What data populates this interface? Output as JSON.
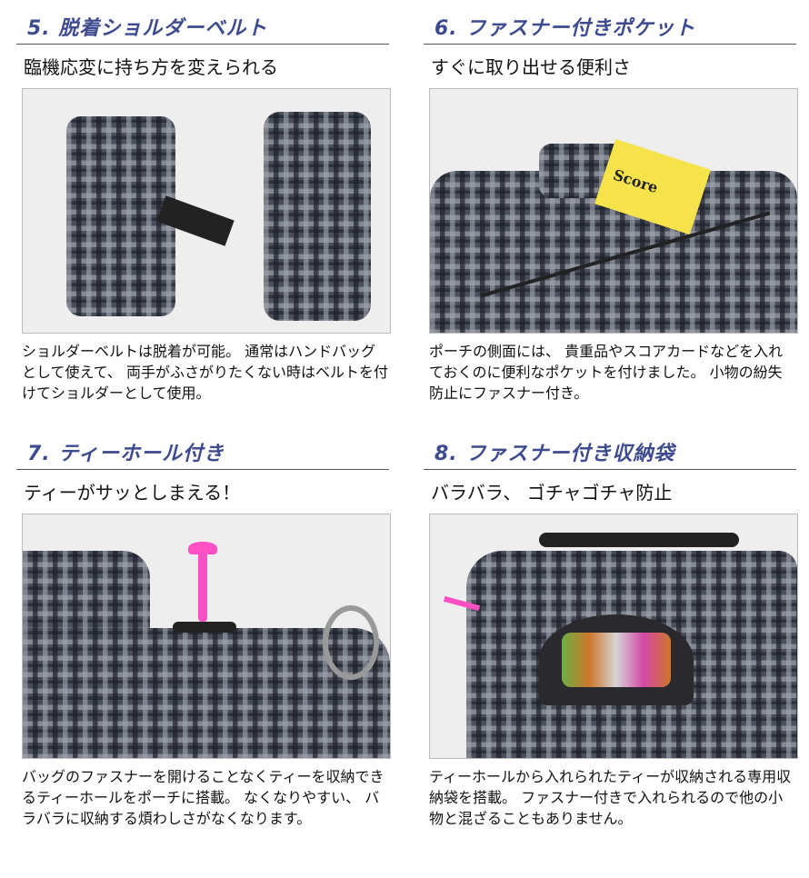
{
  "sections": [
    {
      "heading": "5. 脱着ショルダーベルト",
      "subtitle": "臨機応変に持ち方を変えられる",
      "description": "ショルダーベルトは脱着が可能。 通常はハンドバッグとして使えて、 両手がふさがりたくない時はベルトを付けてショルダーとして使用。"
    },
    {
      "heading": "6. ファスナー付きポケット",
      "subtitle": "すぐに取り出せる便利さ",
      "description": "ポーチの側面には、 貴重品やスコアカードなどを入れておくのに便利なポケットを付けました。 小物の紛失防止にファスナー付き。",
      "photo_card_text": "Score"
    },
    {
      "heading": "7. ティーホール付き",
      "subtitle": "ティーがサッとしまえる！",
      "description": "バッグのファスナーを開けることなくティーを収納できるティーホールをポーチに搭載。 なくなりやすい、 バラバラに収納する煩わしさがなくなります。"
    },
    {
      "heading": "8. ファスナー付き収納袋",
      "subtitle": "バラバラ、 ゴチャゴチャ防止",
      "description": "ティーホールから入れられたティーが収納される専用収納袋を搭載。 ファスナー付きで入れられるので他の小物と混ざることもありません。"
    }
  ],
  "colors": {
    "heading": "#3d4b8e"
  }
}
